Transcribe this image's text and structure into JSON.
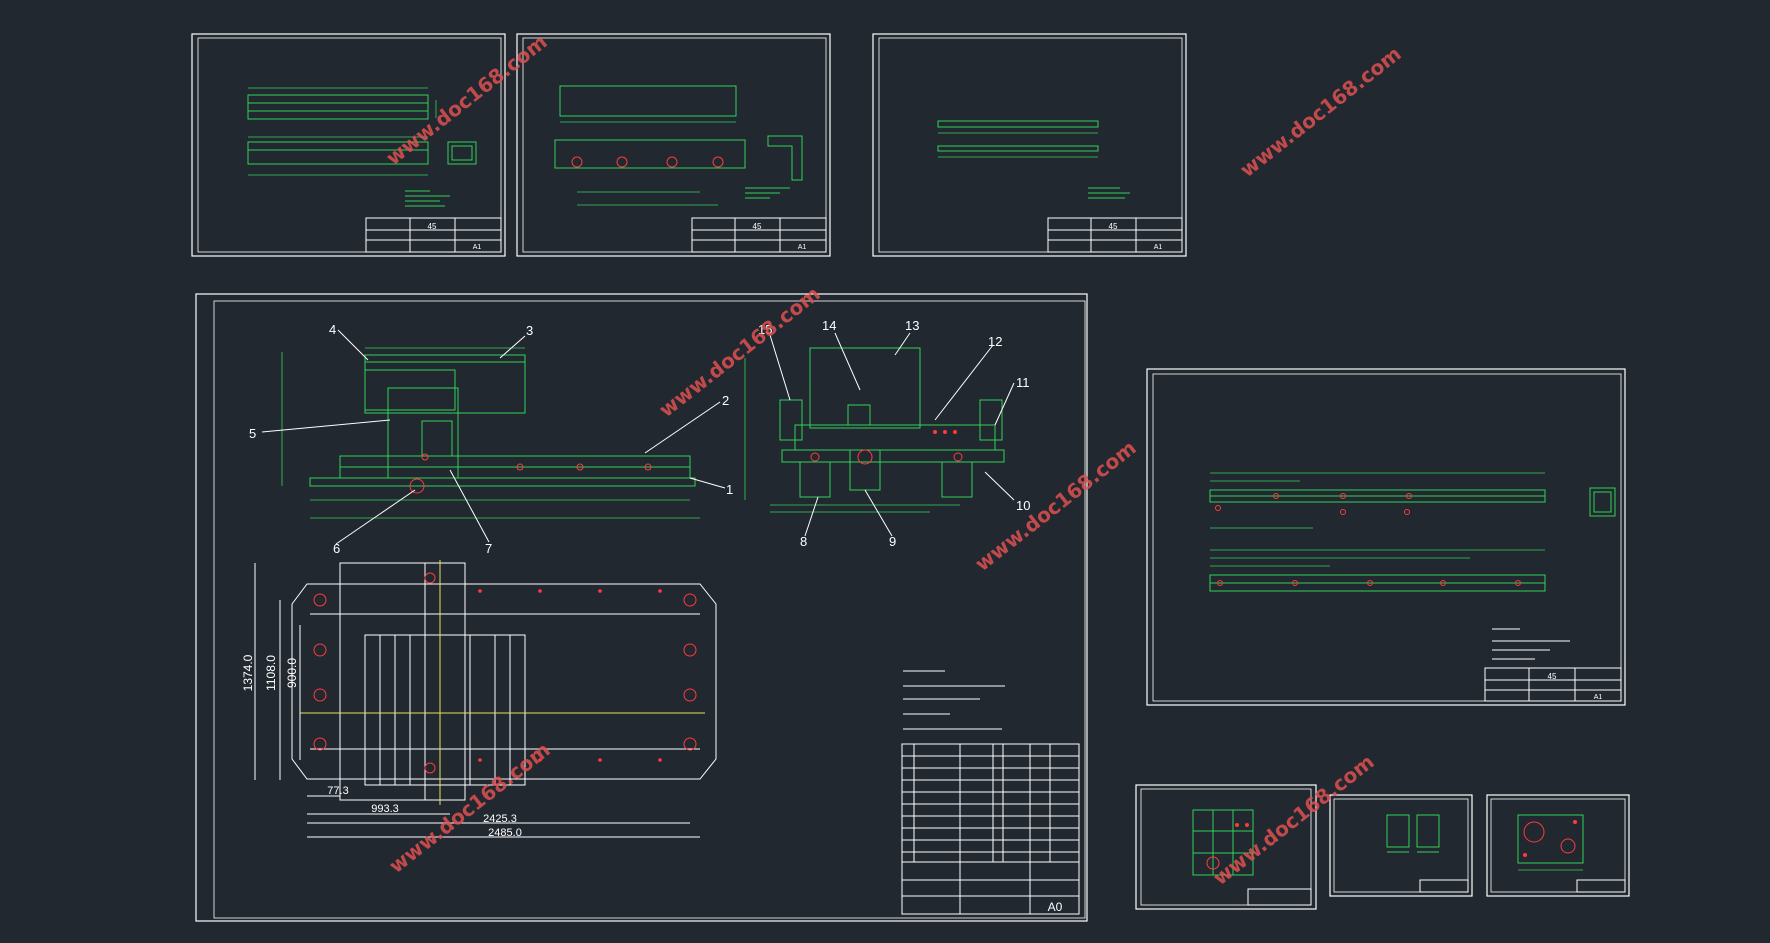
{
  "watermark": "www.doc168.com",
  "colors": {
    "background": "#212830",
    "lines": "#ffffff",
    "geometry": "#34d15a",
    "holes": "#ff3b3b"
  },
  "main_drawing": {
    "balloons": [
      "1",
      "2",
      "3",
      "4",
      "5",
      "6",
      "7",
      "8",
      "9",
      "10",
      "11",
      "12",
      "13",
      "14",
      "15"
    ],
    "plan_dimensions": {
      "d1374": "1374.0",
      "d1108": "1108.0",
      "d900": "900.0",
      "d77": "77.3",
      "d993": "993.3",
      "d2425": "2425.3",
      "d2485": "2485.0"
    },
    "sheet_size": "A0"
  },
  "part_drawings": {
    "material": "45",
    "sheet_size": "A1"
  }
}
